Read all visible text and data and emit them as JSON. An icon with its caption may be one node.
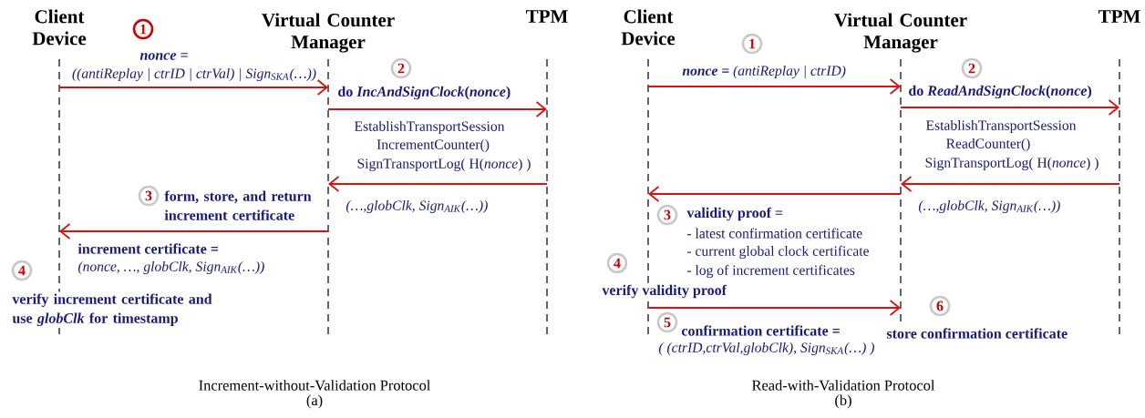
{
  "diagram": {
    "nodes": [
      {
        "text": [
          "Client Device"
        ]
      },
      {
        "text": [
          "Virtual Counter Manager"
        ]
      },
      {
        "text": [
          "TPM"
        ]
      },
      {
        "text": [
          "Client Device"
        ]
      },
      {
        "text": [
          "Virtual Counter Manager"
        ]
      },
      {
        "text": [
          "TPM"
        ]
      }
    ],
    "edges": [
      {
        "from": 0,
        "to": 1,
        "arrow": "to"
      },
      {
        "from": 1,
        "to": 2,
        "arrow": "to"
      },
      {
        "from": 2,
        "to": 1,
        "arrow": "to"
      },
      {
        "from": 1,
        "to": 0,
        "arrow": "to"
      },
      {
        "from": 3,
        "to": 4,
        "arrow": "to"
      },
      {
        "from": 4,
        "to": 5,
        "arrow": "to"
      },
      {
        "from": 5,
        "to": 4,
        "arrow": "to"
      },
      {
        "from": 4,
        "to": 3,
        "arrow": "to"
      },
      {
        "from": 3,
        "to": 4,
        "arrow": "to"
      }
    ],
    "labels": [
      "1",
      "nonce =",
      "((antiReplay | ctrID | ctrVal) | Sign$_{SKA}$(…))",
      "2",
      "do *IncAndSignClock*(*nonce*)",
      "EstablishTransportSession",
      "IncrementCounter()",
      "SignTransportLog( H(*nonce*) )",
      "3",
      "form, store, and return increment certificate",
      "(…,globClk, Sign$_{AIK}$(…))",
      "increment certificate =",
      "(nonce, …, globClk, Sign$_{AIK}$(…))",
      "4",
      "verify increment certificate and use *globClk* for timestamp",
      "Increment-without-Validation Protocol",
      "(a)",
      "1",
      "**nonce =** (antiReplay | ctrID)",
      "2",
      "do *ReadAndSignClock*(*nonce*)",
      "EstablishTransportSession",
      "ReadCounter()",
      "SignTransportLog( H(*nonce*) )",
      "(…,globClk, Sign$_{AIK}$(…))",
      "3",
      "validity proof =",
      "- latest confirmation certificate",
      "- current global clock certificate",
      "- log of increment certificates",
      "4",
      "verify validity proof",
      "5",
      "confirmation certificate =",
      "( (ctrID,ctrVal,globClk), Sign$_{SKA}$(…) )",
      "6",
      "store confirmation certificate",
      "Read-with-Validation Protocol",
      "(b)"
    ]
  }
}
